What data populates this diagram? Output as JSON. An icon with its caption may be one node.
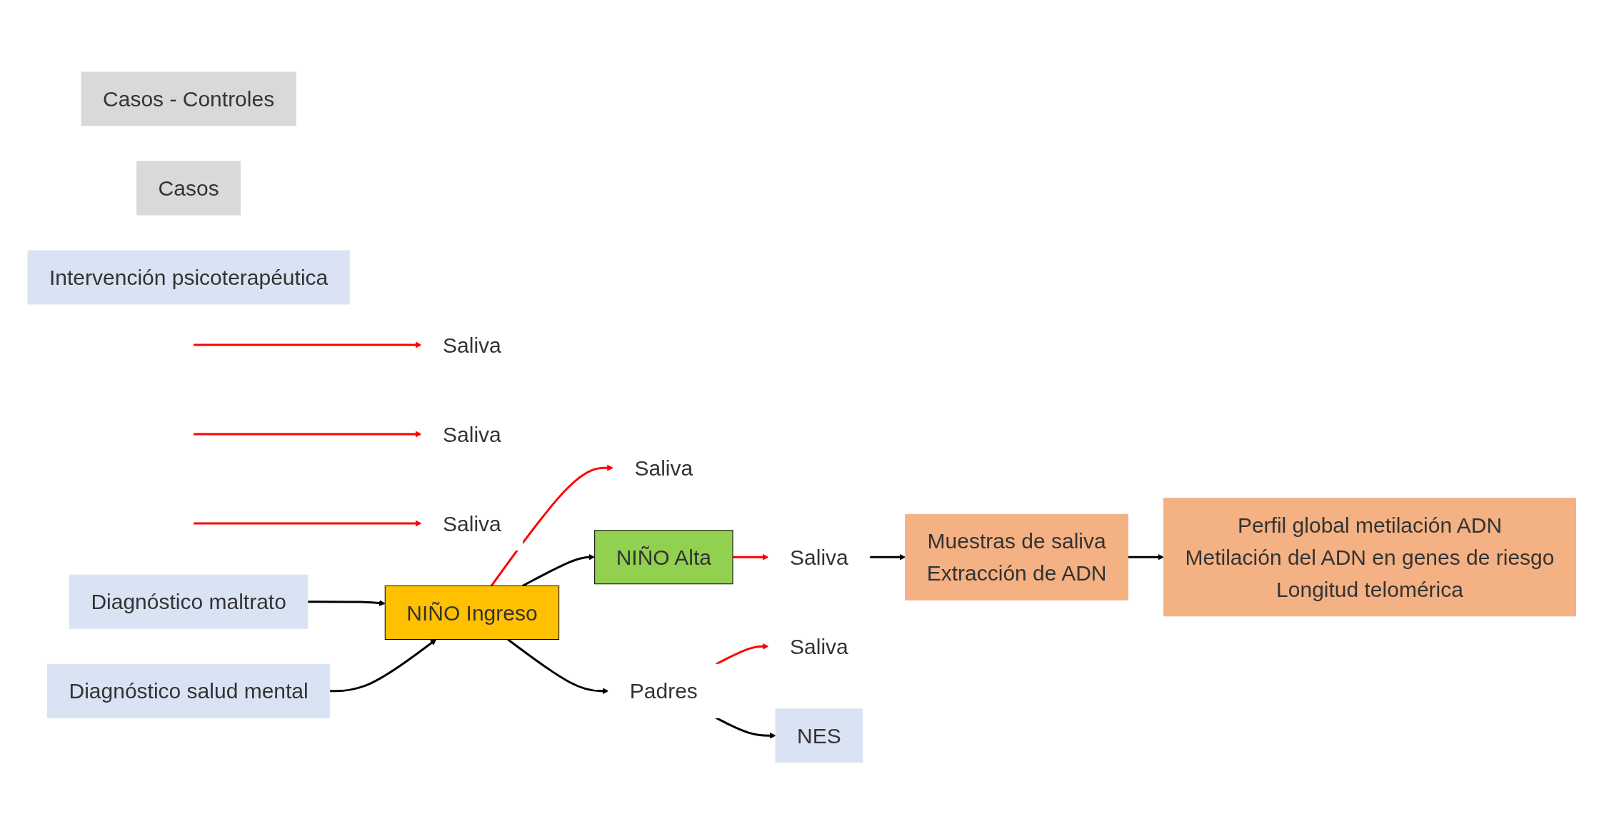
{
  "diagram": {
    "nodes": [
      {
        "text": [
          "Casos - Controles"
        ]
      },
      {
        "text": [
          "Casos"
        ]
      },
      {
        "text": [
          "Saliva"
        ]
      },
      {
        "text": [
          "Saliva"
        ]
      },
      {
        "text": [
          "Saliva"
        ]
      },
      {
        "text": [
          "Saliva"
        ]
      },
      {
        "text": [
          "Saliva"
        ]
      },
      {
        "text": [
          "Saliva"
        ]
      },
      {
        "text": [
          "NES"
        ]
      },
      {
        "text": [
          "Padres"
        ]
      },
      {
        "text": [
          "NIÑO Ingreso"
        ]
      },
      {
        "text": [
          "NIÑO Alta"
        ]
      },
      {
        "text": [
          "Intervención psicoterapéutica"
        ]
      },
      {
        "text": [
          "Diagnóstico maltrato"
        ]
      },
      {
        "text": [
          "Muestras de saliva",
          "Extracción de ADN"
        ]
      },
      {
        "text": [
          "Diagnóstico salud mental"
        ]
      },
      {
        "text": [
          "Perfil global metilación ADN",
          "Metilación del ADN en genes de riesgo",
          "Longitud telomérica"
        ]
      }
    ],
    "edges": [
      {
        "from": 10,
        "to": 9,
        "arrow": "to"
      },
      {
        "from": 9,
        "to": 8,
        "arrow": "to"
      },
      {
        "from": 9,
        "to": 7,
        "arrow": "to",
        "color": "#ff0000"
      },
      {
        "from": 10,
        "to": 2,
        "arrow": "to",
        "color": "#ff0000"
      },
      {
        "from": null,
        "to": 3,
        "arrow": "to",
        "color": "#ff0000"
      },
      {
        "from": null,
        "to": 4,
        "arrow": "to",
        "color": "#ff0000"
      },
      {
        "from": null,
        "to": 5,
        "arrow": "to",
        "color": "#ff0000"
      },
      {
        "from": 11,
        "to": 6,
        "arrow": "to",
        "color": "#ff0000"
      },
      {
        "from": 10,
        "to": 11,
        "arrow": "to"
      },
      {
        "from": 13,
        "to": 10,
        "arrow": "to"
      },
      {
        "from": 15,
        "to": 10,
        "arrow": "to"
      },
      {
        "from": 6,
        "to": 14,
        "arrow": "to"
      },
      {
        "from": 14,
        "to": 16,
        "arrow": "to"
      }
    ]
  }
}
